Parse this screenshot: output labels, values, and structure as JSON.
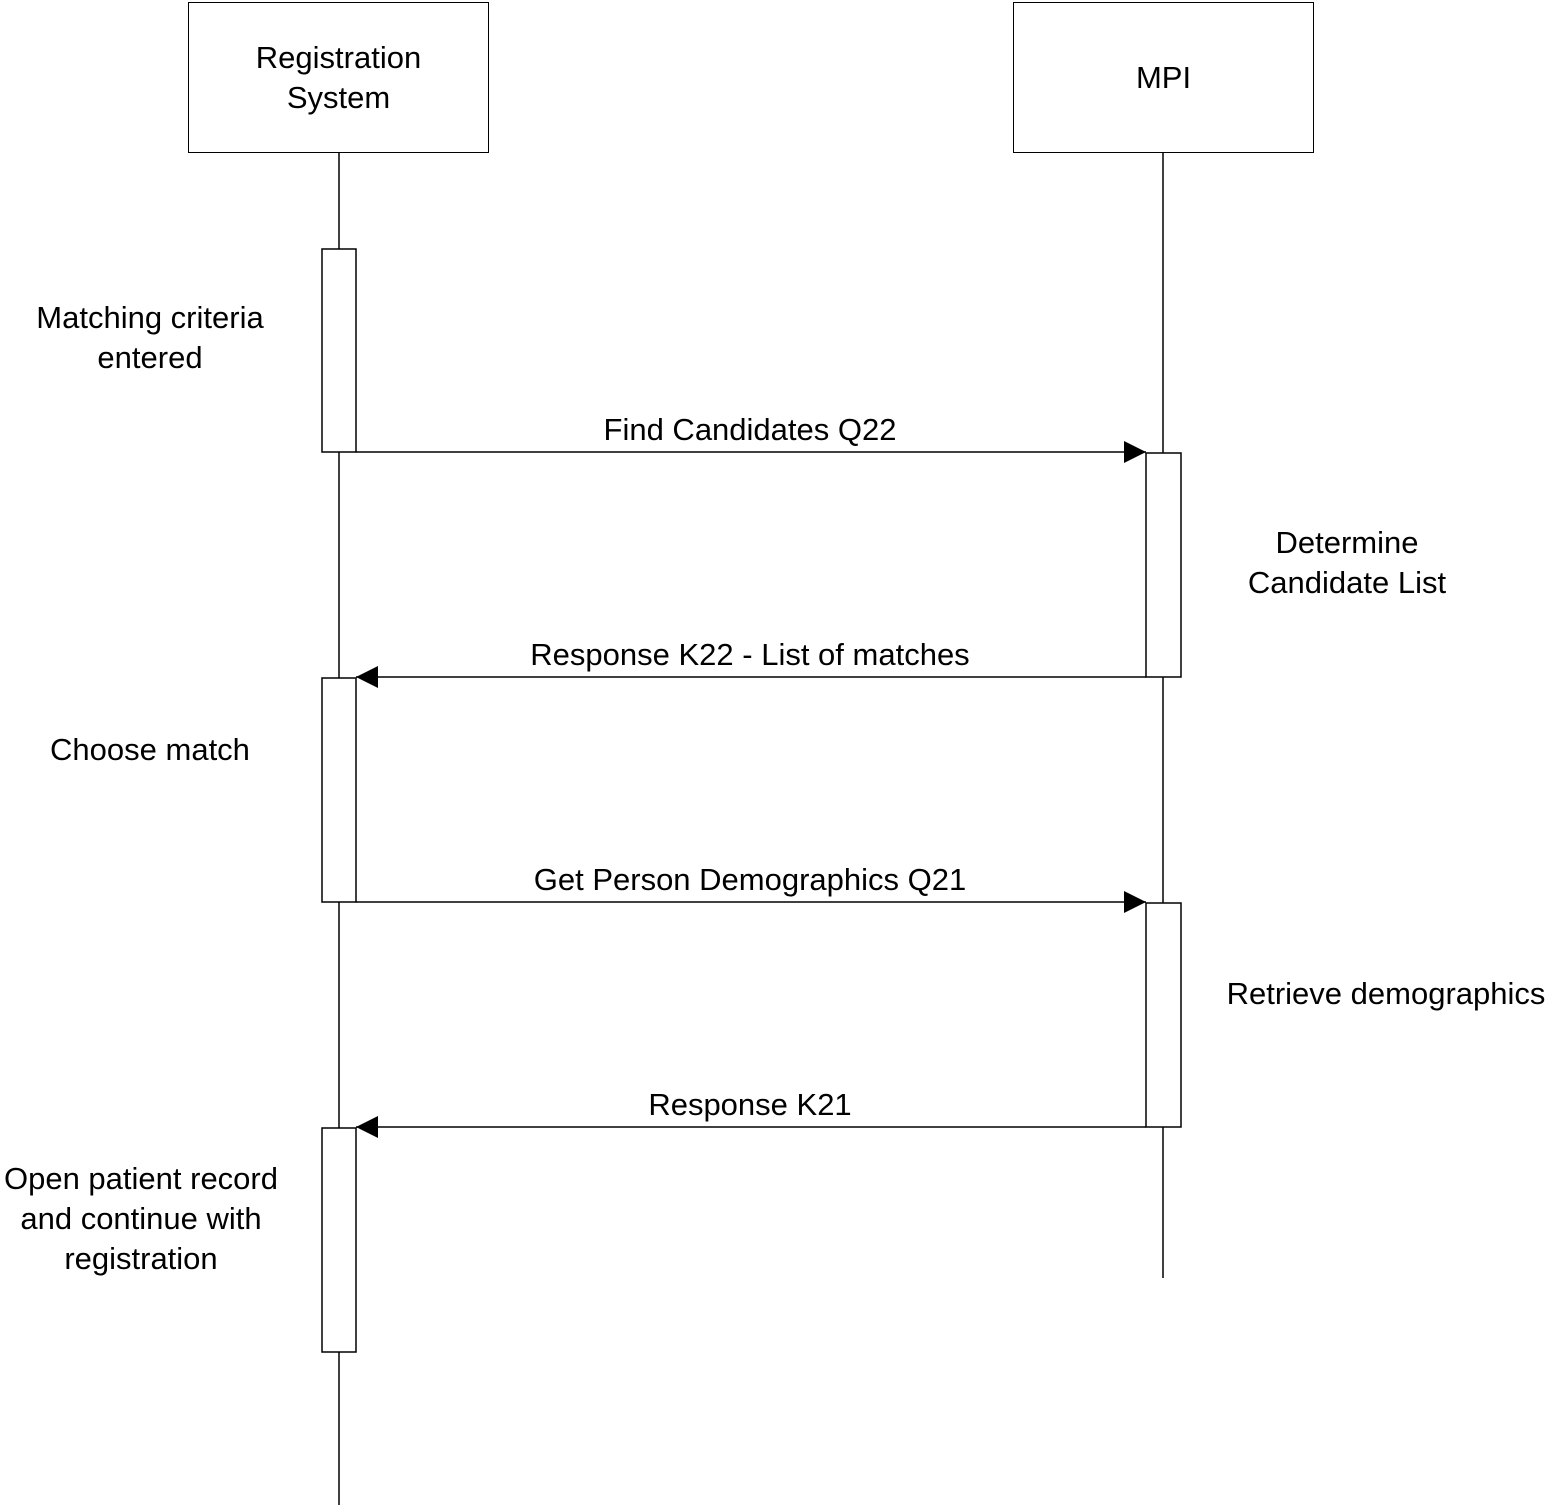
{
  "actors": [
    {
      "id": "registration",
      "label": "Registration\nSystem"
    },
    {
      "id": "mpi",
      "label": "MPI"
    }
  ],
  "messages": [
    {
      "from": "registration",
      "to": "mpi",
      "label": "Find Candidates Q22"
    },
    {
      "from": "mpi",
      "to": "registration",
      "label": "Response K22 - List of matches"
    },
    {
      "from": "registration",
      "to": "mpi",
      "label": "Get Person Demographics Q21"
    },
    {
      "from": "mpi",
      "to": "registration",
      "label": "Response K21"
    }
  ],
  "notes": [
    {
      "actor": "registration",
      "text": "Matching criteria\nentered"
    },
    {
      "actor": "mpi",
      "text": "Determine\nCandidate List"
    },
    {
      "actor": "registration",
      "text": "Choose match"
    },
    {
      "actor": "mpi",
      "text": "Retrieve demographics"
    },
    {
      "actor": "registration",
      "text": "Open patient record\nand continue with\nregistration"
    }
  ]
}
